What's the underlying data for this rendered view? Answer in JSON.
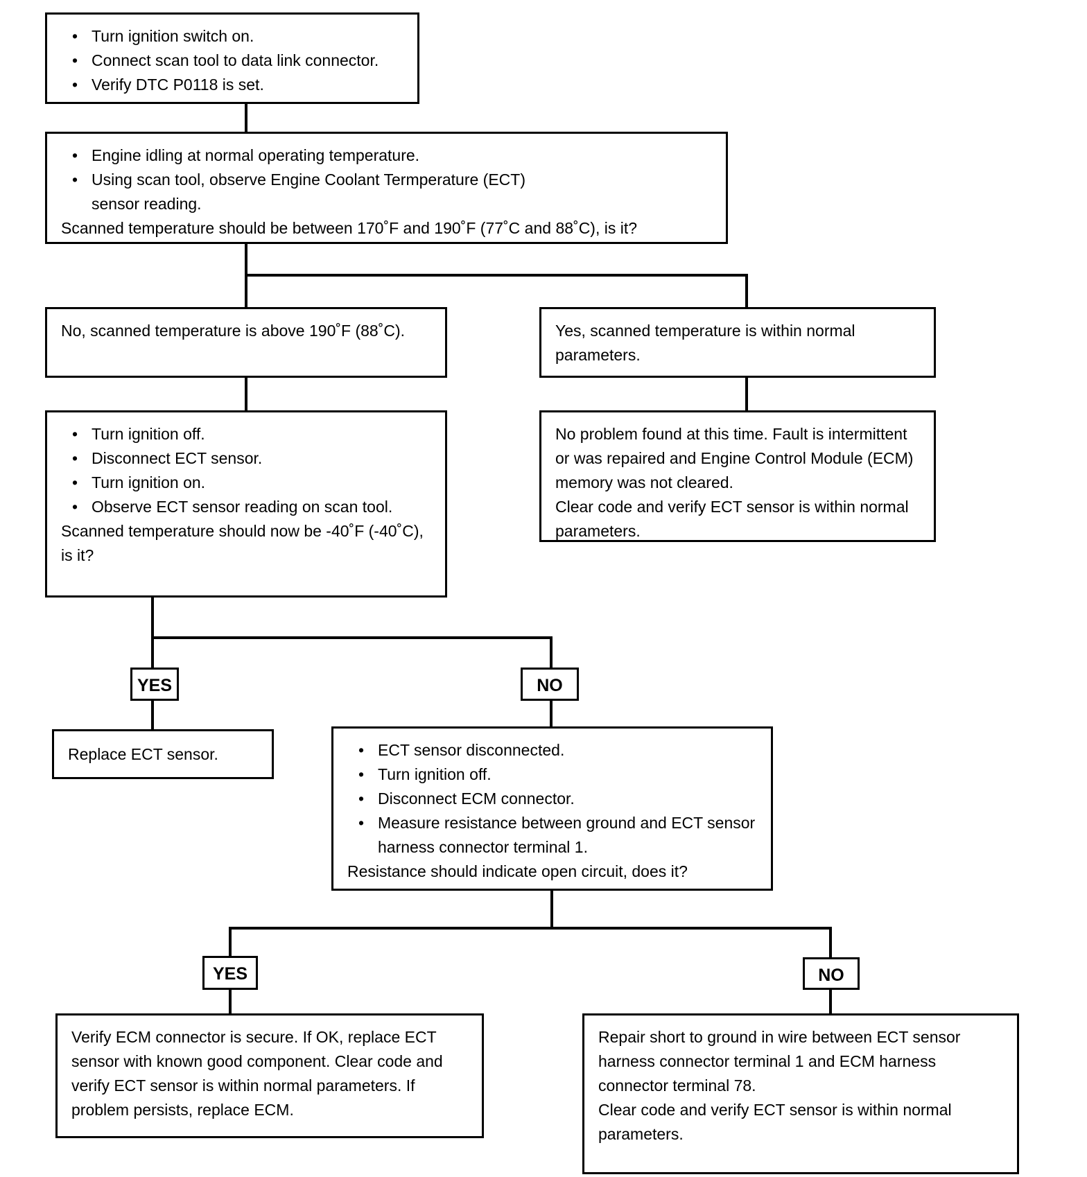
{
  "colors": {
    "border": "#000000",
    "background": "#ffffff",
    "text": "#000000"
  },
  "nodes": {
    "start": {
      "bullets": [
        "Turn ignition switch on.",
        "Connect scan tool to data link connector.",
        "Verify DTC P0118 is set."
      ]
    },
    "check_temp": {
      "bullets": [
        "Engine idling at normal operating temperature.",
        "Using scan tool, observe Engine Coolant Termperature (ECT) sensor reading."
      ],
      "question": "Scanned temperature should be between 170˚F and 190˚F (77˚C and 88˚C), is it?"
    },
    "answer_no_high": {
      "text": "No, scanned temperature is above 190˚F (88˚C)."
    },
    "answer_yes_normal": {
      "text": "Yes, scanned temperature is within normal parameters."
    },
    "disconnect_test": {
      "bullets": [
        "Turn ignition off.",
        "Disconnect ECT sensor.",
        "Turn ignition on.",
        "Observe ECT sensor reading on scan tool."
      ],
      "question": "Scanned temperature should now be -40˚F (-40˚C), is it?"
    },
    "no_problem": {
      "text": "No problem found at this time. Fault is intermittent or was repaired and Engine Control Module (ECM) memory was not cleared.",
      "text2": "Clear code and verify ECT sensor is within normal parameters."
    },
    "decision1": {
      "yes": "YES",
      "no": "NO"
    },
    "replace_ect": {
      "text": "Replace ECT sensor."
    },
    "resistance_test": {
      "bullets": [
        "ECT sensor disconnected.",
        "Turn ignition off.",
        "Disconnect ECM connector.",
        "Measure resistance between ground and ECT sensor harness connector terminal 1."
      ],
      "question": "Resistance should indicate open circuit, does it?"
    },
    "decision2": {
      "yes": "YES",
      "no": "NO"
    },
    "verify_ecm": {
      "text": "Verify ECM connector is secure. If OK, replace ECT sensor with known good component. Clear code and verify ECT sensor is within normal parameters. If problem persists, replace ECM."
    },
    "repair_short": {
      "text": "Repair short to ground in wire between ECT sensor harness connector terminal 1 and ECM harness connector terminal 78.",
      "text2": "Clear code and verify ECT sensor is within normal parameters."
    }
  }
}
